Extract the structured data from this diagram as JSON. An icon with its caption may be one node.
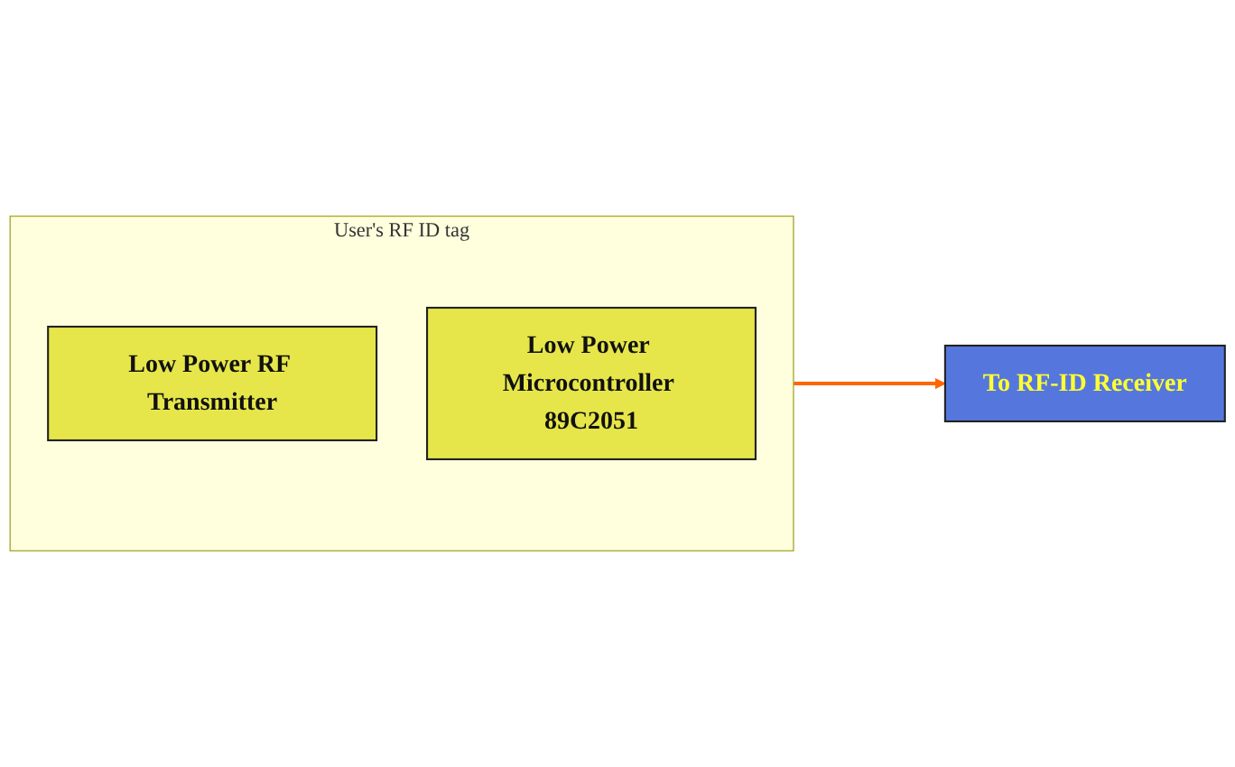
{
  "diagram": {
    "nodes": [
      {
        "text": [
          "User's RF ID tag"
        ]
      },
      {
        "text": [
          "Low Power RF Transmitter"
        ],
        "in": 0
      },
      {
        "text": [
          "Low Power Microcontroller 89C2051"
        ],
        "in": 0
      },
      {
        "text": [
          "To RF-ID Receiver"
        ]
      }
    ],
    "edges": [
      {
        "from": 0,
        "to": 3,
        "arrow": "to",
        "color": "#ff6600"
      }
    ]
  }
}
